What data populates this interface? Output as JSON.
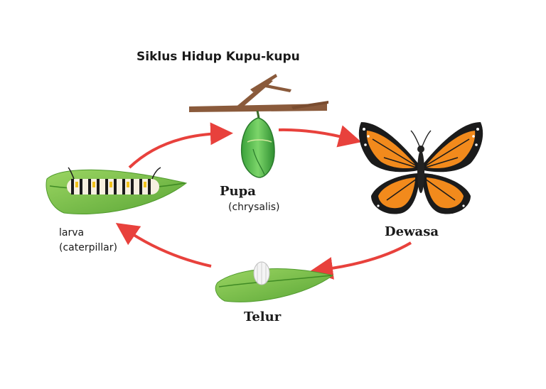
{
  "title": "Siklus Hidup Kupu-kupu",
  "stages": {
    "pupa": {
      "name": "Pupa",
      "sub": "(chrysalis)"
    },
    "adult": {
      "name": "Dewasa"
    },
    "egg": {
      "name": "Telur"
    },
    "larva": {
      "name": "larva",
      "sub": "(caterpillar)"
    }
  },
  "colors": {
    "arrow": "#e8413c",
    "leaf": "#7cc44a",
    "leaf_dark": "#4f9a2c",
    "branch": "#8a5a3b",
    "chrysalis": "#4fb84a",
    "wing_orange": "#f28a1c",
    "wing_black": "#1b1b1b"
  },
  "icons": [
    "branch-icon",
    "chrysalis-icon",
    "butterfly-icon",
    "egg-leaf-icon",
    "caterpillar-leaf-icon"
  ]
}
